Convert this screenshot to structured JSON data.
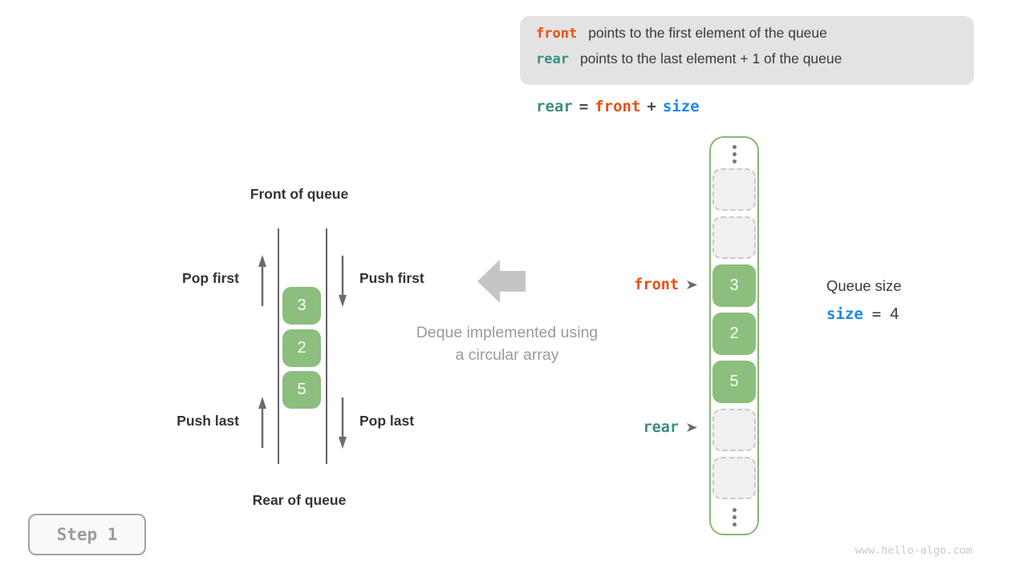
{
  "colors": {
    "front_orange": "#ee4d0e",
    "rear_teal": "#3b8d7d",
    "size_blue": "#1e88e5",
    "cell_green": "#8cbe7e",
    "frame_green": "#85b873",
    "info_box_bg": "#e3e3e3"
  },
  "info_box": {
    "line1_keyword": "front",
    "line1_text": "points to the first element of the queue",
    "line2_keyword": "rear",
    "line2_text": "points to the last element + 1 of the queue"
  },
  "formula": {
    "rear": "rear",
    "eq": "=",
    "front": "front",
    "plus": "+",
    "size": "size"
  },
  "left_diagram": {
    "front_of_queue": "Front of queue",
    "rear_of_queue": "Rear of queue",
    "pop_first": "Pop first",
    "push_first": "Push first",
    "push_last": "Push last",
    "pop_last": "Pop last",
    "values": [
      "3",
      "2",
      "5"
    ]
  },
  "caption": {
    "line1": "Deque implemented using",
    "line2": "a circular array"
  },
  "array_column": {
    "cells": [
      {
        "type": "empty",
        "value": ""
      },
      {
        "type": "empty",
        "value": ""
      },
      {
        "type": "filled",
        "value": "3"
      },
      {
        "type": "filled",
        "value": "2"
      },
      {
        "type": "filled",
        "value": "5"
      },
      {
        "type": "empty",
        "value": ""
      },
      {
        "type": "empty",
        "value": ""
      }
    ],
    "front_pointer": "front",
    "rear_pointer": "rear"
  },
  "queue_size": {
    "label": "Queue size",
    "var": "size",
    "eq": "=",
    "value": "4"
  },
  "step_badge": "Step 1",
  "watermark": "www.hello-algo.com"
}
